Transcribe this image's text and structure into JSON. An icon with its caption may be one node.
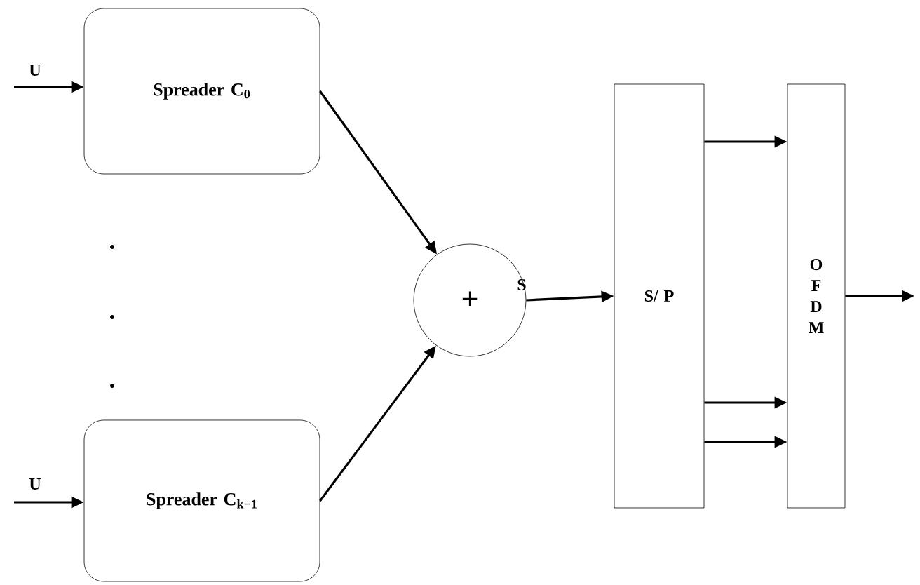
{
  "diagram": {
    "nodes": [
      {
        "text": [
          "Spreader C$_{0}$"
        ]
      },
      {
        "text": [
          "Spreader C$_{k−1}$"
        ]
      },
      {
        "text": [
          "+"
        ]
      },
      {
        "text": [
          "S/ P"
        ]
      },
      {
        "text": [
          "O F D M"
        ]
      }
    ],
    "edges": [
      {
        "from": null,
        "to": 0,
        "arrow": "to",
        "label": "U"
      },
      {
        "from": null,
        "to": 1,
        "arrow": "to",
        "label": "U"
      },
      {
        "from": 0,
        "to": 2,
        "arrow": "to"
      },
      {
        "from": 1,
        "to": 2,
        "arrow": "to"
      },
      {
        "from": 2,
        "to": 3,
        "arrow": "to",
        "label": "S"
      },
      {
        "from": 3,
        "to": 4,
        "arrow": "to"
      },
      {
        "from": 3,
        "to": 4,
        "arrow": "to"
      },
      {
        "from": 3,
        "to": 4,
        "arrow": "to"
      },
      {
        "from": 4,
        "to": null,
        "arrow": "to"
      }
    ]
  }
}
